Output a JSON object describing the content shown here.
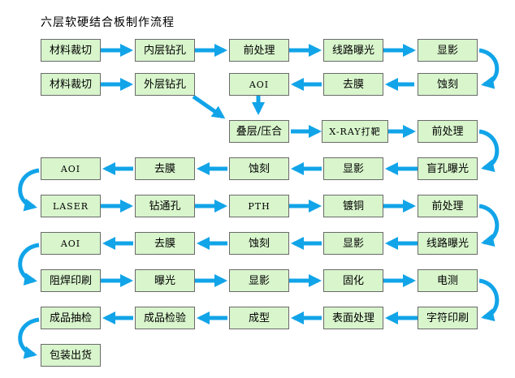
{
  "title": "六层软硬结合板制作流程",
  "colors": {
    "arrow": "#12a4e8",
    "box_fill": "#d8f5cc",
    "box_border": "#6a6a6a"
  },
  "rows": {
    "r1": [
      "材料裁切",
      "内层钻孔",
      "前处理",
      "线路曝光",
      "显影"
    ],
    "r2": [
      "材料裁切",
      "外层钻孔",
      "AOI",
      "去膜",
      "蚀刻"
    ],
    "r3": [
      "叠层/压合",
      "X-RAY打靶",
      "前处理"
    ],
    "r4": [
      "AOI",
      "去膜",
      "蚀刻",
      "显影",
      "盲孔曝光"
    ],
    "r5": [
      "LASER",
      "钻通孔",
      "PTH",
      "镀铜",
      "前处理"
    ],
    "r6": [
      "AOI",
      "去膜",
      "蚀刻",
      "显影",
      "线路曝光"
    ],
    "r7": [
      "阻焊印刷",
      "曝光",
      "显影",
      "固化",
      "电测"
    ],
    "r8": [
      "成品抽检",
      "成品检验",
      "成型",
      "表面处理",
      "字符印刷"
    ],
    "r9": [
      "包装出货"
    ]
  }
}
